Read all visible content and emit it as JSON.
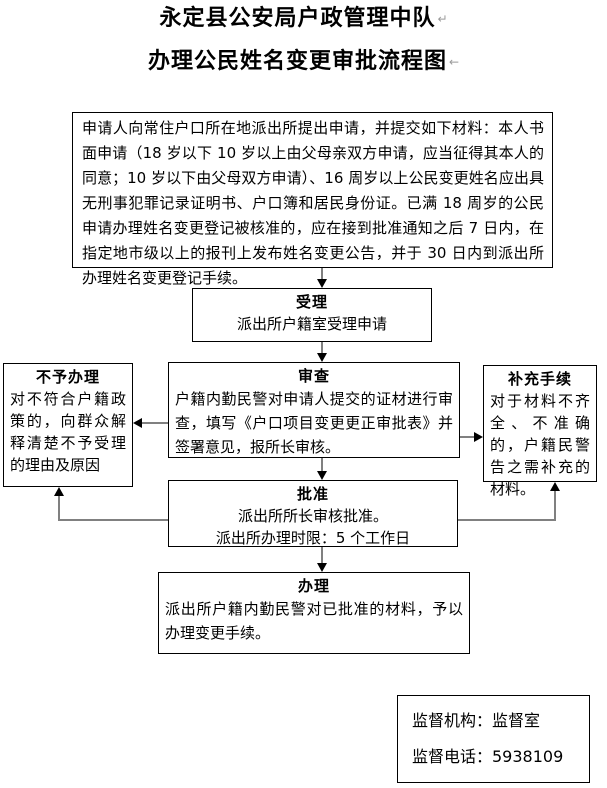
{
  "title": {
    "line1": "永定县公安局户政管理中队",
    "line2": "办理公民姓名变更审批流程图",
    "mark1": "↵",
    "mark2": "←"
  },
  "flow": {
    "intro": {
      "text": "申请人向常住户口所在地派出所提出申请，并提交如下材料：本人书面申请（18 岁以下 10 岁以上由父母亲双方申请，应当征得其本人的同意；10 岁以下由父母双方申请）、16 周岁以上公民变更姓名应出具无刑事犯罪记录证明书、户口簿和居民身份证。已满 18 周岁的公民申请办理姓名变更登记被核准的，应在接到批准通知之后 7 日内，在指定地市级以上的报刊上发布姓名变更公告，并于 30 日内到派出所办理姓名变更登记手续。"
    },
    "accept": {
      "title": "受理",
      "body": "派出所户籍室受理申请"
    },
    "review": {
      "title": "审查",
      "body": "户籍内勤民警对申请人提交的证材进行审查，填写《户口项目变更更正审批表》并签署意见，报所长审核。"
    },
    "reject": {
      "title": "不予办理",
      "body": "对不符合户籍政策的，向群众解释清楚不予受理的理由及原因"
    },
    "supplement": {
      "title": "补充手续",
      "body": "对于材料不齐全、不准确的，户籍民警告之需补充的材料。"
    },
    "approve": {
      "title": "批准",
      "line1": "派出所所长审核批准。",
      "line2": "派出所办理时限：5 个工作日"
    },
    "handle": {
      "title": "办理",
      "body": "派出所户籍内勤民警对已批准的材料，予以办理变更手续。"
    },
    "supervision": {
      "line1": "监督机构：监督室",
      "line2": "监督电话：5938109"
    }
  },
  "colors": {
    "border": "#000000",
    "connector_line": "#808080",
    "arrowhead": "#000000",
    "text": "#000000",
    "background": "#ffffff"
  }
}
